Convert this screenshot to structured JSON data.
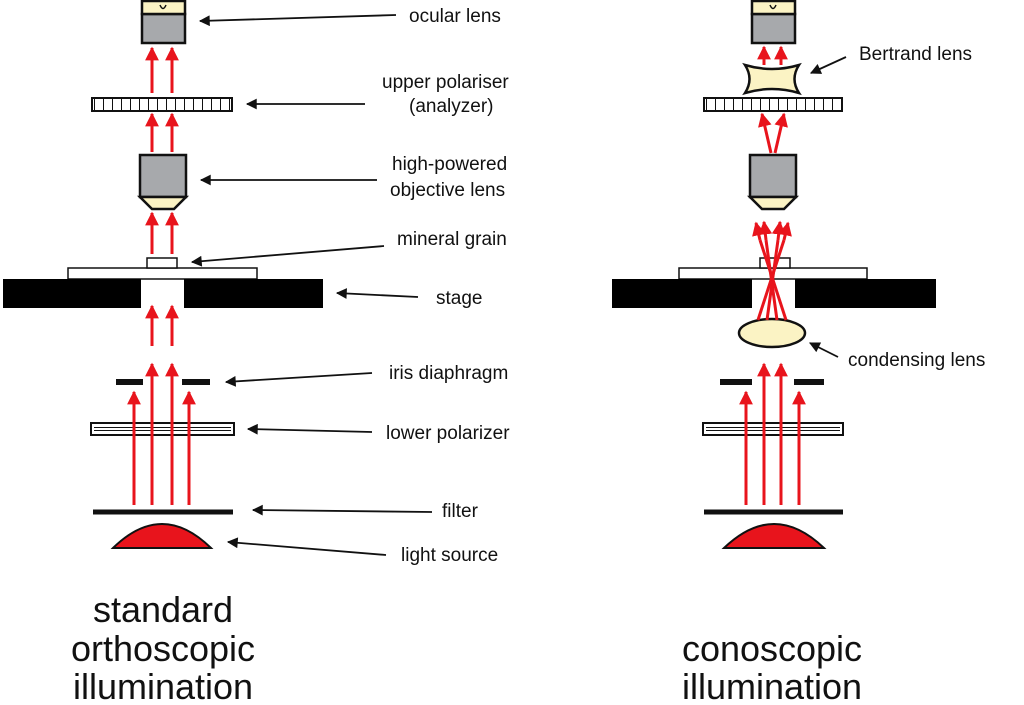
{
  "colors": {
    "ray": "#e8141c",
    "lens_cream": "#fbf3c4",
    "objective_grey": "#a7a9ac",
    "plate": "#000000",
    "light_source": "#e8141c"
  },
  "labels": {
    "ocular": "ocular lens",
    "upper_polariser_1": "upper polariser",
    "upper_polariser_2": "(analyzer)",
    "objective_1": "high-powered",
    "objective_2": "objective lens",
    "mineral": "mineral grain",
    "stage": "stage",
    "iris": "iris diaphragm",
    "lower_polarizer": "lower polarizer",
    "filter": "filter",
    "light_source": "light source",
    "bertrand": "Bertrand lens",
    "condensing": "condensing lens"
  },
  "captions": {
    "left": [
      "standard",
      "orthoscopic",
      "illumination"
    ],
    "right": [
      "conoscopic",
      "illumination"
    ]
  },
  "icons": {
    "arrow": "arrow-pointer-icon",
    "ray": "red-ray-arrow-icon"
  }
}
